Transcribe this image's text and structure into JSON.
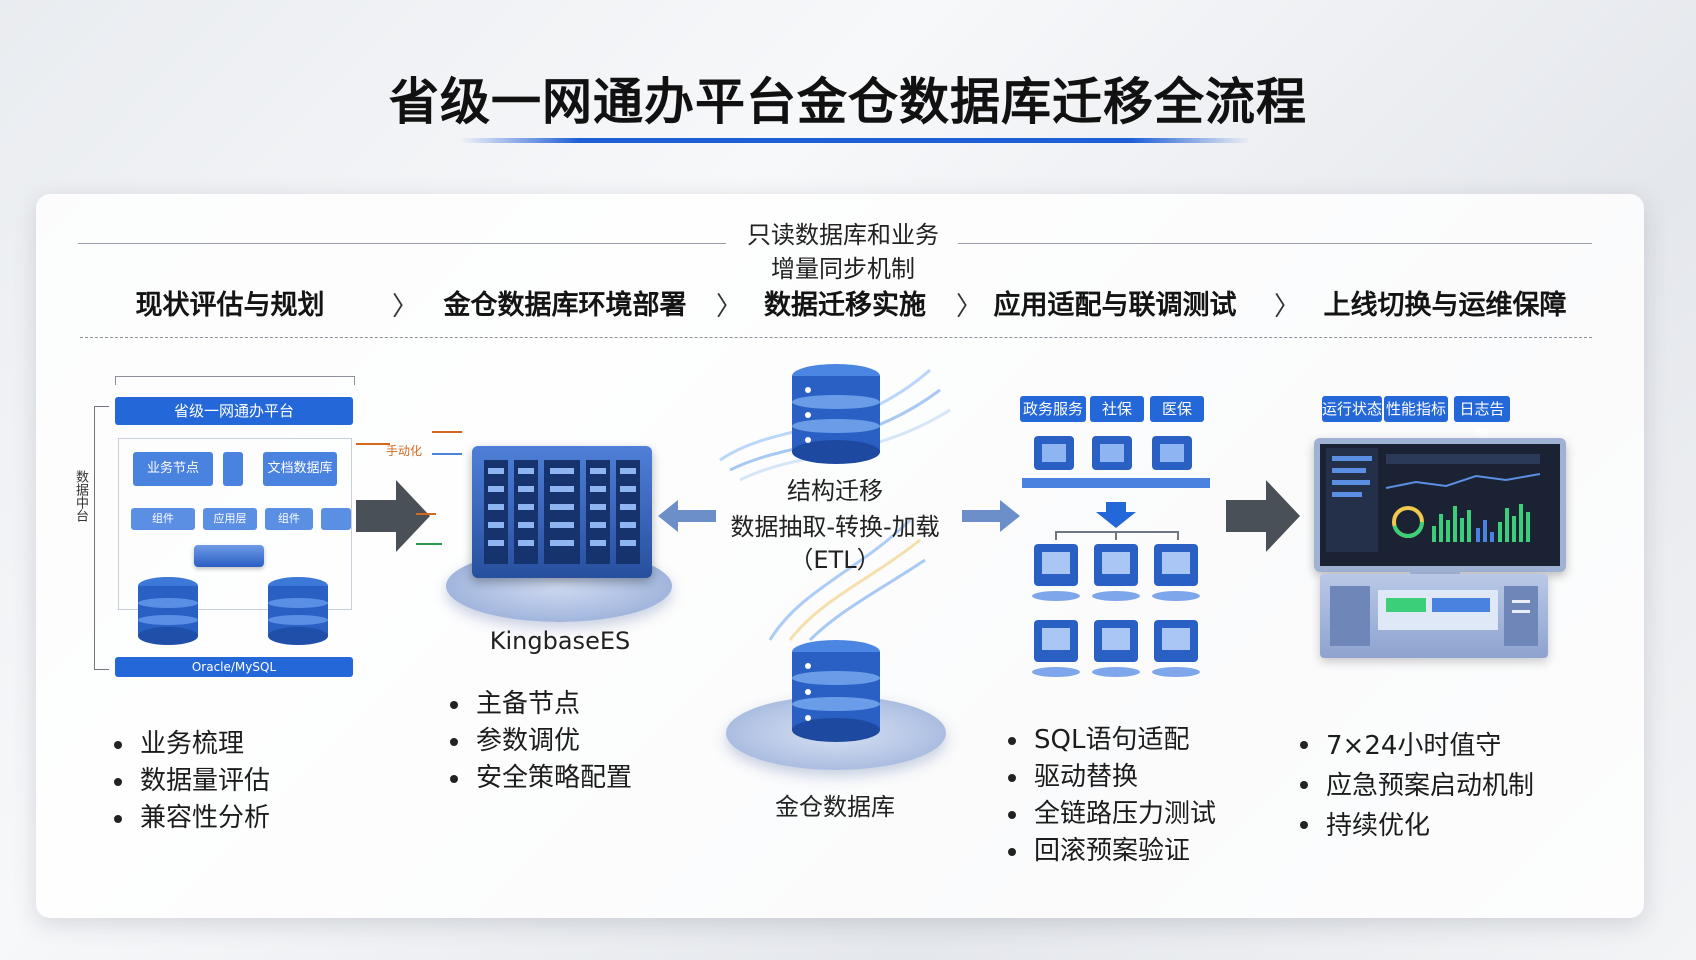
{
  "title": "省级一网通办平台金仓数据库迁移全流程",
  "top_labels": {
    "line1": "只读数据库和业务",
    "line2": "增量同步机制"
  },
  "stages": [
    {
      "title": "现状评估与规划"
    },
    {
      "title": "金仓数据库环境部署"
    },
    {
      "title": "数据迁移实施"
    },
    {
      "title": "应用适配与联调测试"
    },
    {
      "title": "上线切换与运维保障"
    }
  ],
  "stage1": {
    "platform_bar": "省级一网通办平台",
    "node_a": "业务节点",
    "node_b": "文档数据库",
    "mini_a": "组件",
    "mini_b": "应用层",
    "mini_c": "组件",
    "side_label": "数据中台",
    "source_bar": "Oracle/MySQL",
    "bullets": [
      "业务梳理",
      "数据量评估",
      "兼容性分析"
    ]
  },
  "stage2": {
    "small_label": "手动化",
    "caption": "KingbaseES",
    "bullets": [
      "主备节点",
      "参数调优",
      "安全策略配置"
    ]
  },
  "stage3": {
    "label_structure": "结构迁移",
    "label_etl": "数据抽取-转换-加载",
    "label_etl_abbr": "（ETL）",
    "caption": "金仓数据库"
  },
  "stage4": {
    "tags": [
      "政务服务",
      "社保",
      "医保"
    ],
    "bullets": [
      "SQL语句适配",
      "驱动替换",
      "全链路压力测试",
      "回滚预案验证"
    ]
  },
  "stage5": {
    "tags": [
      "运行状态",
      "性能指标",
      "日志告警"
    ],
    "bullets": [
      "7×24小时值守",
      "应急预案启动机制",
      "持续优化"
    ]
  },
  "colors": {
    "accent": "#2467d8",
    "dark_arrow": "#4a5057",
    "soft_arrow": "#6d8fc9"
  }
}
